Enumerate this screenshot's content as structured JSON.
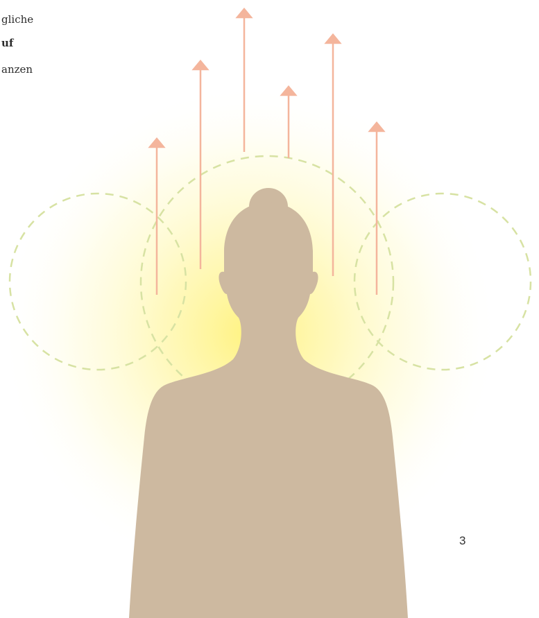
{
  "text": {
    "line1": "gliche",
    "line2": "uf",
    "line3": "anzen"
  },
  "page_number": "3",
  "colors": {
    "silhouette": "#cdb9a0",
    "arrow": "#f4b59c",
    "circle_dash": "#d7e2a3",
    "glow_center": "#fff27a"
  },
  "icons": [
    "person-silhouette-icon",
    "arrow-up-icon",
    "dashed-circle-icon"
  ]
}
